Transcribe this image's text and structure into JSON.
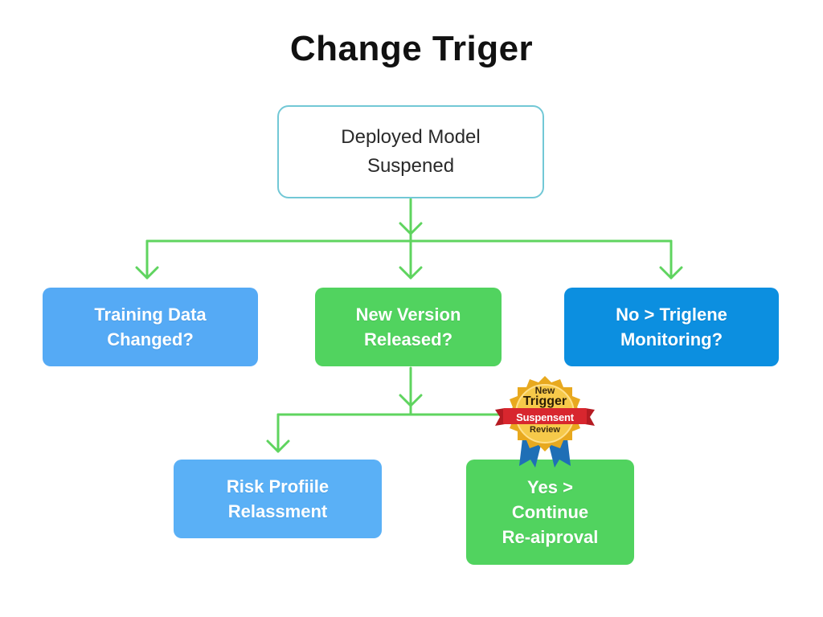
{
  "title": "Change Triger",
  "nodes": {
    "root": {
      "line1": "Deployed Model",
      "line2": "Suspened"
    },
    "training": {
      "line1": "Training Data",
      "line2": "Changed?"
    },
    "version": {
      "line1": "New Version",
      "line2": "Released?"
    },
    "monitoring": {
      "line1": "No > Triglene",
      "line2": "Monitoring?"
    },
    "risk": {
      "line1": "Risk Profiile",
      "line2": "Relassment"
    },
    "continue": {
      "line1": "Yes >",
      "line2": "Continue",
      "line3": "Re-aiproval"
    }
  },
  "badge": {
    "line1": "New",
    "line2": "Trigger",
    "line3": "Suspensent",
    "line4": "Review"
  },
  "colors": {
    "connector": "#5fd45f",
    "root_border": "#72c8d6",
    "training": "#55aaf5",
    "version": "#51d35f",
    "monitoring": "#0c8fe0",
    "risk": "#5ab0f6",
    "continue": "#51d35f"
  }
}
